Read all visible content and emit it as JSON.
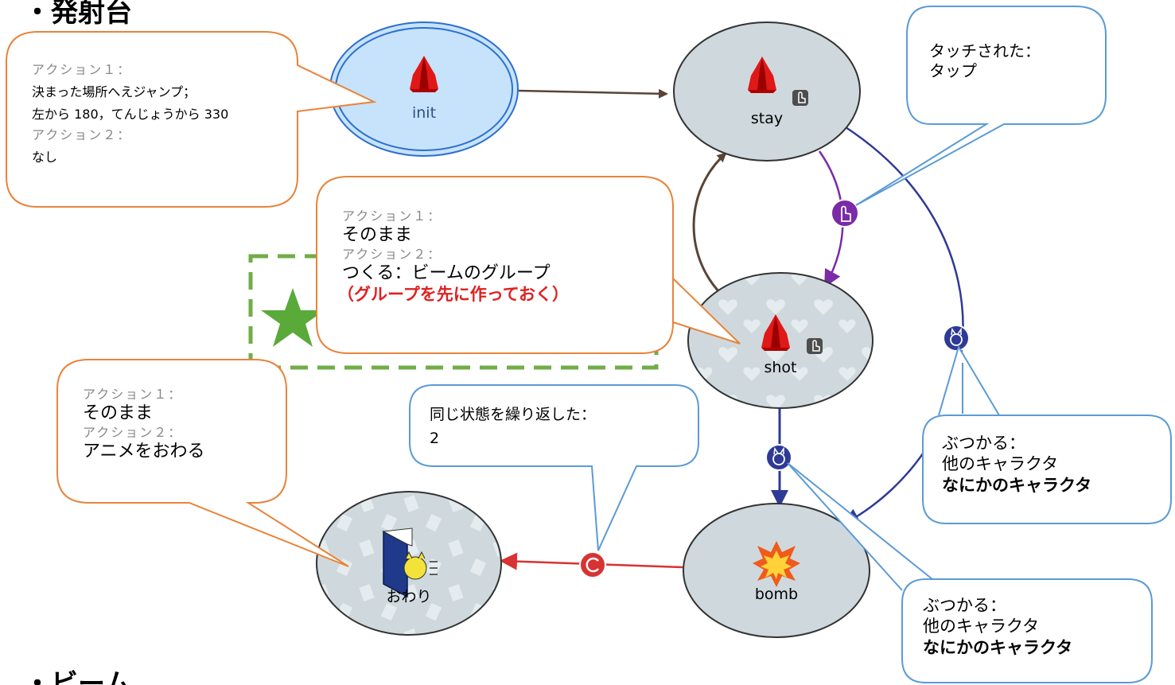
{
  "headings": {
    "top": "・発射台",
    "bottom": "・ビーム"
  },
  "nodes": [
    {
      "id": "init",
      "label": "init",
      "icon": "rocket-icon"
    },
    {
      "id": "stay",
      "label": "stay",
      "icon": "rocket-icon"
    },
    {
      "id": "shot",
      "label": "shot",
      "icon": "rocket-icon"
    },
    {
      "id": "bomb",
      "label": "bomb",
      "icon": "explosion-icon"
    },
    {
      "id": "end",
      "label": "おわり",
      "icon": "exit-door-icon"
    }
  ],
  "callouts": {
    "init_actions": {
      "action1_label": "アクション１：",
      "action1_value_line1": "決まった場所へえジャンプ；",
      "action1_value_line2": "左から 180，てんじょうから 330",
      "action2_label": "アクション２：",
      "action2_value": "なし"
    },
    "shot_actions": {
      "action1_label": "アクション１：",
      "action1_value": "そのまま",
      "action2_label": "アクション２：",
      "action2_value": "つくる：ビームのグループ",
      "note": "（グループを先に作っておく）"
    },
    "end_actions": {
      "action1_label": "アクション１：",
      "action1_value": "そのまま",
      "action2_label": "アクション２：",
      "action2_value": "アニメをおわる"
    },
    "tapped": {
      "line1": "タッチされた：",
      "line2": "タップ"
    },
    "repeat": {
      "line1": "同じ状態を繰り返した：",
      "line2": "2"
    },
    "collide_right": {
      "line1": "ぶつかる：",
      "line2": "他のキャラクタ",
      "line3": "なにかのキャラクタ"
    },
    "collide_bottom": {
      "line1": "ぶつかる：",
      "line2": "他のキャラクタ",
      "line3": "なにかのキャラクタ"
    }
  },
  "colors": {
    "init_fill": "#c6e3fb",
    "init_stroke": "#2d6fce",
    "node_fill": "#cfd9dd",
    "node_stroke": "#333333",
    "callout_orange": "#e8843a",
    "callout_blue": "#5b9bd5",
    "star_green": "#5aaa3a",
    "dashed_green": "#70ad47",
    "arrow_brown": "#5a4436",
    "arrow_purple": "#7b2aa8",
    "arrow_navy": "#2e3a96",
    "arrow_red": "#d83232"
  }
}
